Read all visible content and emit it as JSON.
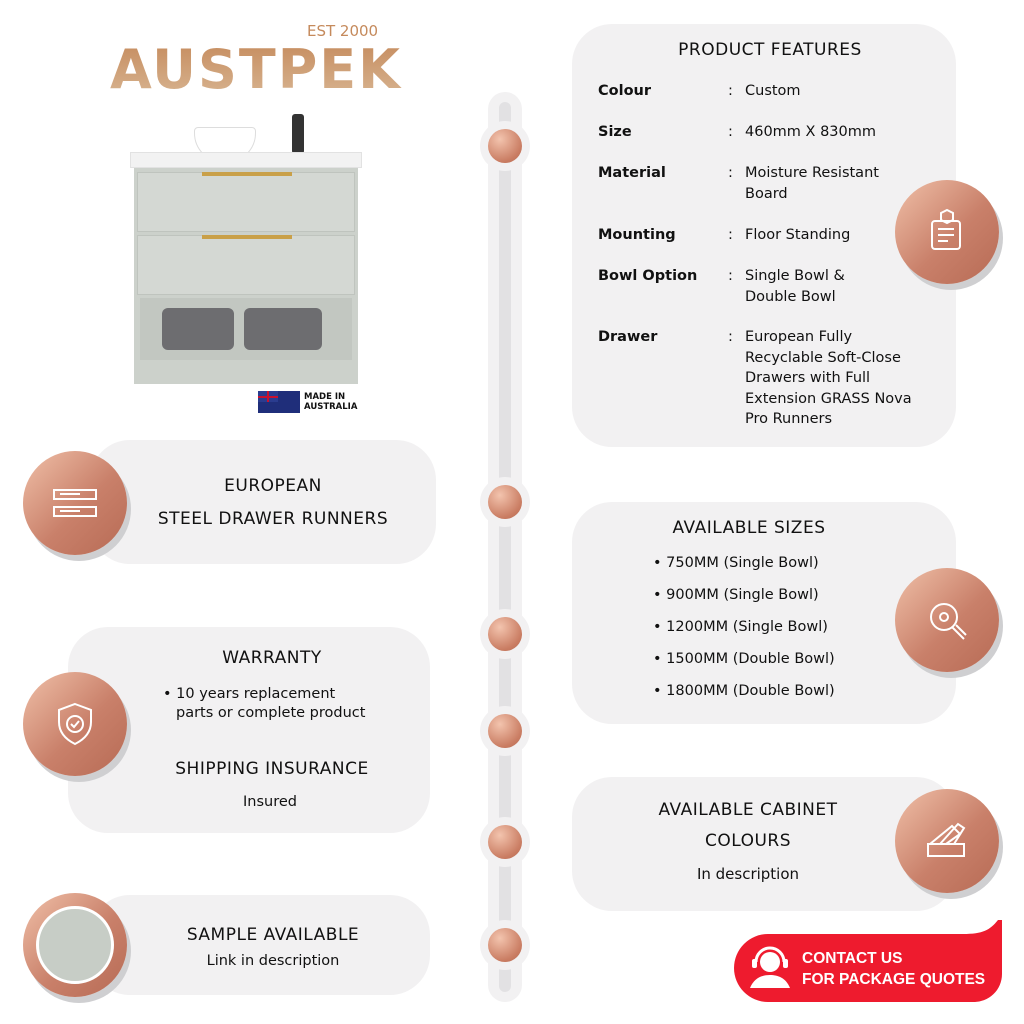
{
  "brand": {
    "name": "AUSTPEK",
    "est": "EST 2000"
  },
  "origin": {
    "label_line1": "MADE IN",
    "label_line2": "AUSTRALIA"
  },
  "features": {
    "title": "PRODUCT FEATURES",
    "rows": [
      {
        "key": "Colour",
        "value": "Custom"
      },
      {
        "key": "Size",
        "value": "460mm X 830mm"
      },
      {
        "key": "Material",
        "value": "Moisture Resistant Board"
      },
      {
        "key": "Mounting",
        "value": "Floor Standing"
      },
      {
        "key": "Bowl Option",
        "value": "Single Bowl & Double Bowl"
      },
      {
        "key": "Drawer",
        "value": "European Fully Recyclable Soft-Close Drawers with Full Extension GRASS Nova Pro Runners"
      }
    ],
    "colon": ":"
  },
  "runners": {
    "line1": "EUROPEAN",
    "line2": "STEEL DRAWER RUNNERS"
  },
  "sizes": {
    "title": "AVAILABLE SIZES",
    "items": [
      "• 750MM (Single Bowl)",
      "• 900MM (Single Bowl)",
      "• 1200MM (Single Bowl)",
      "• 1500MM (Double Bowl)",
      "• 1800MM (Double Bowl)"
    ]
  },
  "warranty": {
    "title": "WARRANTY",
    "line1": "• 10 years replacement",
    "line2": "parts or complete product",
    "shipping_title": "SHIPPING INSURANCE",
    "shipping_value": "Insured"
  },
  "colours": {
    "title_line1": "AVAILABLE CABINET",
    "title_line2": "COLOURS",
    "value": "In description"
  },
  "sample": {
    "title": "SAMPLE AVAILABLE",
    "value": "Link in description",
    "swatch": "#c7cdc6"
  },
  "contact": {
    "line1": "CONTACT US",
    "line2": "FOR PACKAGE QUOTES",
    "color": "#ee1b2e"
  }
}
